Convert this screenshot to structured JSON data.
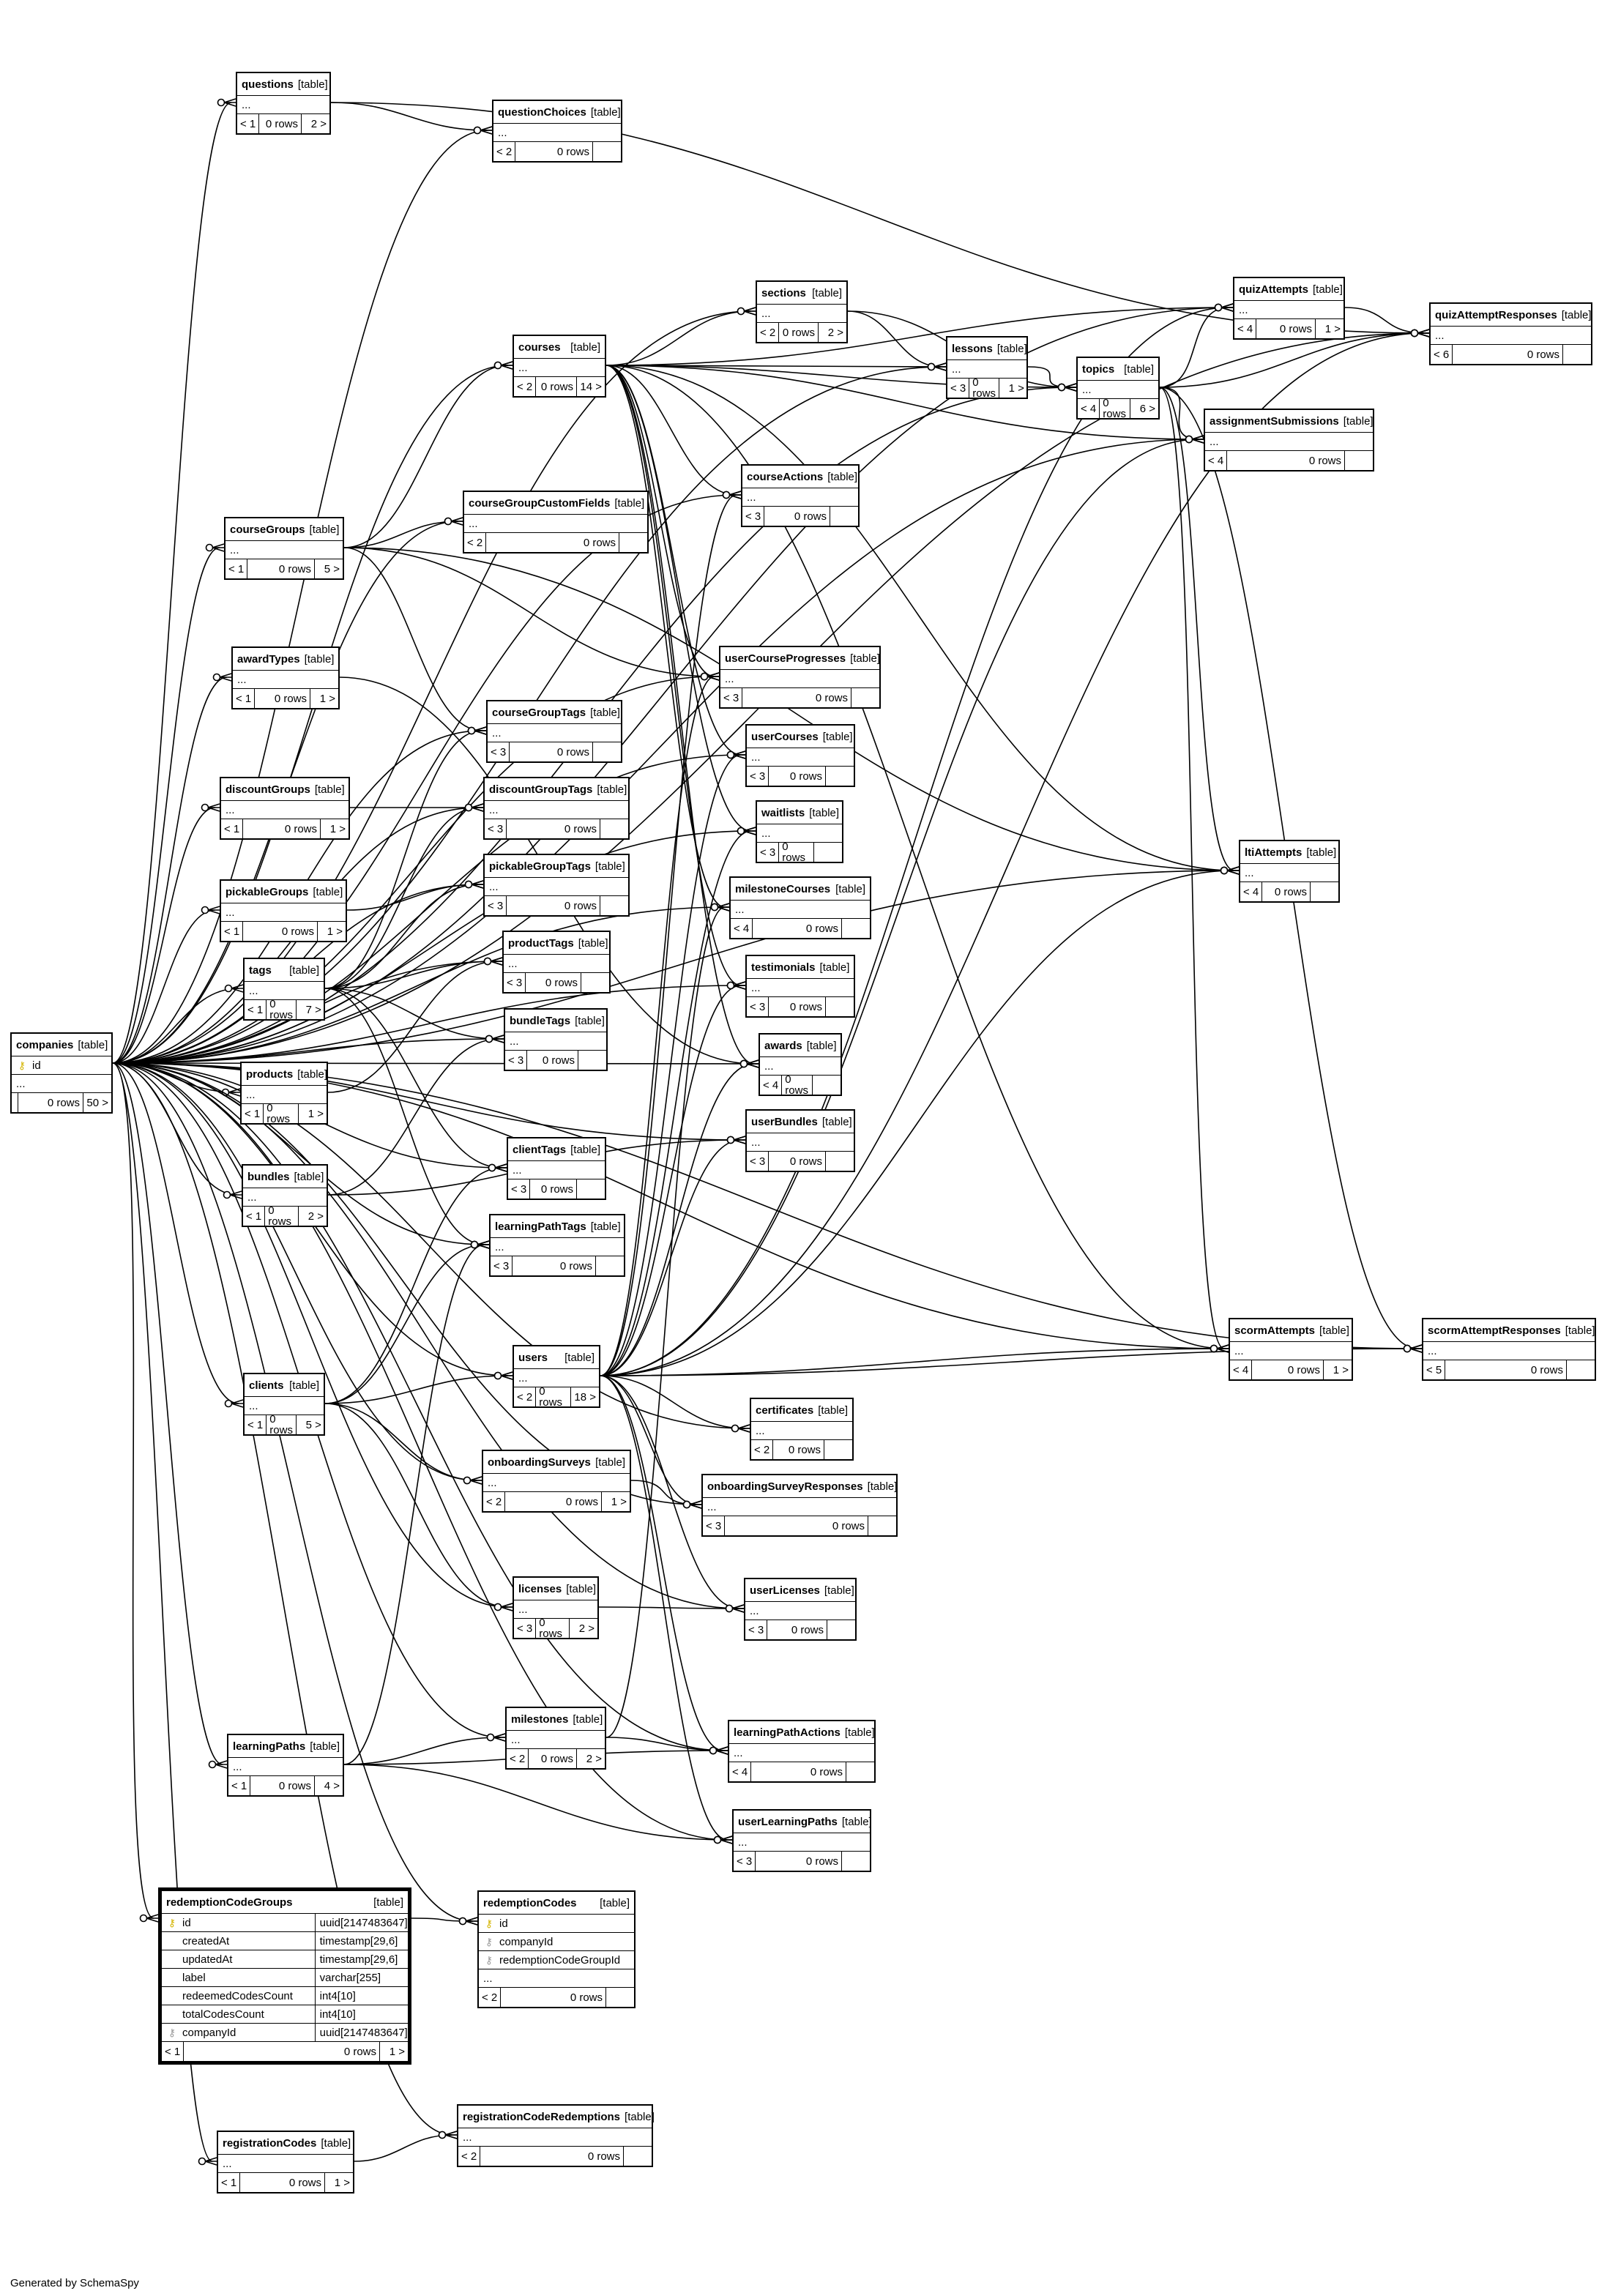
{
  "footer": "Generated by SchemaSpy",
  "table_label": "[table]",
  "ellipsis": "...",
  "tables": [
    {
      "id": "companies",
      "name": "companies",
      "columns": [
        "id"
      ],
      "pk": [
        "id"
      ],
      "parents": "",
      "rows": "0 rows",
      "children": "50 >"
    },
    {
      "id": "questions",
      "name": "questions",
      "columns": [],
      "parents": "< 1",
      "rows": "0 rows",
      "children": "2 >"
    },
    {
      "id": "questionChoices",
      "name": "questionChoices",
      "columns": [],
      "parents": "< 2",
      "rows": "0 rows",
      "children": ""
    },
    {
      "id": "sections",
      "name": "sections",
      "columns": [],
      "parents": "< 2",
      "rows": "0 rows",
      "children": "2 >"
    },
    {
      "id": "quizAttempts",
      "name": "quizAttempts",
      "columns": [],
      "parents": "< 4",
      "rows": "0 rows",
      "children": "1 >"
    },
    {
      "id": "quizAttemptResponses",
      "name": "quizAttemptResponses",
      "columns": [],
      "parents": "< 6",
      "rows": "0 rows",
      "children": ""
    },
    {
      "id": "courses",
      "name": "courses",
      "columns": [],
      "parents": "< 2",
      "rows": "0 rows",
      "children": "14 >"
    },
    {
      "id": "lessons",
      "name": "lessons",
      "columns": [],
      "parents": "< 3",
      "rows": "0 rows",
      "children": "1 >"
    },
    {
      "id": "topics",
      "name": "topics",
      "columns": [],
      "parents": "< 4",
      "rows": "0 rows",
      "children": "6 >"
    },
    {
      "id": "assignmentSubmissions",
      "name": "assignmentSubmissions",
      "columns": [],
      "parents": "< 4",
      "rows": "0 rows",
      "children": ""
    },
    {
      "id": "courseGroupCustomFields",
      "name": "courseGroupCustomFields",
      "columns": [],
      "parents": "< 2",
      "rows": "0 rows",
      "children": ""
    },
    {
      "id": "courseActions",
      "name": "courseActions",
      "columns": [],
      "parents": "< 3",
      "rows": "0 rows",
      "children": ""
    },
    {
      "id": "courseGroups",
      "name": "courseGroups",
      "columns": [],
      "parents": "< 1",
      "rows": "0 rows",
      "children": "5 >"
    },
    {
      "id": "awardTypes",
      "name": "awardTypes",
      "columns": [],
      "parents": "< 1",
      "rows": "0 rows",
      "children": "1 >"
    },
    {
      "id": "userCourseProgresses",
      "name": "userCourseProgresses",
      "columns": [],
      "parents": "< 3",
      "rows": "0 rows",
      "children": ""
    },
    {
      "id": "courseGroupTags",
      "name": "courseGroupTags",
      "columns": [],
      "parents": "< 3",
      "rows": "0 rows",
      "children": ""
    },
    {
      "id": "userCourses",
      "name": "userCourses",
      "columns": [],
      "parents": "< 3",
      "rows": "0 rows",
      "children": ""
    },
    {
      "id": "discountGroups",
      "name": "discountGroups",
      "columns": [],
      "parents": "< 1",
      "rows": "0 rows",
      "children": "1 >"
    },
    {
      "id": "discountGroupTags",
      "name": "discountGroupTags",
      "columns": [],
      "parents": "< 3",
      "rows": "0 rows",
      "children": ""
    },
    {
      "id": "waitlists",
      "name": "waitlists",
      "columns": [],
      "parents": "< 3",
      "rows": "0 rows",
      "children": ""
    },
    {
      "id": "pickableGroupTags",
      "name": "pickableGroupTags",
      "columns": [],
      "parents": "< 3",
      "rows": "0 rows",
      "children": ""
    },
    {
      "id": "ltiAttempts",
      "name": "ltiAttempts",
      "columns": [],
      "parents": "< 4",
      "rows": "0 rows",
      "children": ""
    },
    {
      "id": "pickableGroups",
      "name": "pickableGroups",
      "columns": [],
      "parents": "< 1",
      "rows": "0 rows",
      "children": "1 >"
    },
    {
      "id": "milestoneCourses",
      "name": "milestoneCourses",
      "columns": [],
      "parents": "< 4",
      "rows": "0 rows",
      "children": ""
    },
    {
      "id": "productTags",
      "name": "productTags",
      "columns": [],
      "parents": "< 3",
      "rows": "0 rows",
      "children": ""
    },
    {
      "id": "tags",
      "name": "tags",
      "columns": [],
      "parents": "< 1",
      "rows": "0 rows",
      "children": "7 >"
    },
    {
      "id": "testimonials",
      "name": "testimonials",
      "columns": [],
      "parents": "< 3",
      "rows": "0 rows",
      "children": ""
    },
    {
      "id": "bundleTags",
      "name": "bundleTags",
      "columns": [],
      "parents": "< 3",
      "rows": "0 rows",
      "children": ""
    },
    {
      "id": "awards",
      "name": "awards",
      "columns": [],
      "parents": "< 4",
      "rows": "0 rows",
      "children": ""
    },
    {
      "id": "products",
      "name": "products",
      "columns": [],
      "parents": "< 1",
      "rows": "0 rows",
      "children": "1 >"
    },
    {
      "id": "userBundles",
      "name": "userBundles",
      "columns": [],
      "parents": "< 3",
      "rows": "0 rows",
      "children": ""
    },
    {
      "id": "clientTags",
      "name": "clientTags",
      "columns": [],
      "parents": "< 3",
      "rows": "0 rows",
      "children": ""
    },
    {
      "id": "bundles",
      "name": "bundles",
      "columns": [],
      "parents": "< 1",
      "rows": "0 rows",
      "children": "2 >"
    },
    {
      "id": "learningPathTags",
      "name": "learningPathTags",
      "columns": [],
      "parents": "< 3",
      "rows": "0 rows",
      "children": ""
    },
    {
      "id": "scormAttempts",
      "name": "scormAttempts",
      "columns": [],
      "parents": "< 4",
      "rows": "0 rows",
      "children": "1 >"
    },
    {
      "id": "scormAttemptResponses",
      "name": "scormAttemptResponses",
      "columns": [],
      "parents": "< 5",
      "rows": "0 rows",
      "children": ""
    },
    {
      "id": "users",
      "name": "users",
      "columns": [],
      "parents": "< 2",
      "rows": "0 rows",
      "children": "18 >"
    },
    {
      "id": "clients",
      "name": "clients",
      "columns": [],
      "parents": "< 1",
      "rows": "0 rows",
      "children": "5 >"
    },
    {
      "id": "certificates",
      "name": "certificates",
      "columns": [],
      "parents": "< 2",
      "rows": "0 rows",
      "children": ""
    },
    {
      "id": "onboardingSurveys",
      "name": "onboardingSurveys",
      "columns": [],
      "parents": "< 2",
      "rows": "0 rows",
      "children": "1 >"
    },
    {
      "id": "onboardingSurveyResponses",
      "name": "onboardingSurveyResponses",
      "columns": [],
      "parents": "< 3",
      "rows": "0 rows",
      "children": ""
    },
    {
      "id": "licenses",
      "name": "licenses",
      "columns": [],
      "parents": "< 3",
      "rows": "0 rows",
      "children": "2 >"
    },
    {
      "id": "userLicenses",
      "name": "userLicenses",
      "columns": [],
      "parents": "< 3",
      "rows": "0 rows",
      "children": ""
    },
    {
      "id": "milestones",
      "name": "milestones",
      "columns": [],
      "parents": "< 2",
      "rows": "0 rows",
      "children": "2 >"
    },
    {
      "id": "learningPaths",
      "name": "learningPaths",
      "columns": [],
      "parents": "< 1",
      "rows": "0 rows",
      "children": "4 >"
    },
    {
      "id": "learningPathActions",
      "name": "learningPathActions",
      "columns": [],
      "parents": "< 4",
      "rows": "0 rows",
      "children": ""
    },
    {
      "id": "userLearningPaths",
      "name": "userLearningPaths",
      "columns": [],
      "parents": "< 3",
      "rows": "0 rows",
      "children": ""
    },
    {
      "id": "redemptionCodes",
      "name": "redemptionCodes",
      "columns": [
        "id",
        "companyId",
        "redemptionCodeGroupId"
      ],
      "pk": [
        "id"
      ],
      "fk": [
        "companyId",
        "redemptionCodeGroupId"
      ],
      "parents": "< 2",
      "rows": "0 rows",
      "children": ""
    },
    {
      "id": "registrationCodes",
      "name": "registrationCodes",
      "columns": [],
      "parents": "< 1",
      "rows": "0 rows",
      "children": "1 >"
    },
    {
      "id": "registrationCodeRedemptions",
      "name": "registrationCodeRedemptions",
      "columns": [],
      "parents": "< 2",
      "rows": "0 rows",
      "children": ""
    }
  ],
  "focus_table": {
    "id": "redemptionCodeGroups",
    "name": "redemptionCodeGroups",
    "columns": [
      {
        "name": "id",
        "type": "uuid[2147483647]",
        "key": "pk"
      },
      {
        "name": "createdAt",
        "type": "timestamp[29,6]",
        "key": ""
      },
      {
        "name": "updatedAt",
        "type": "timestamp[29,6]",
        "key": ""
      },
      {
        "name": "label",
        "type": "varchar[255]",
        "key": ""
      },
      {
        "name": "redeemedCodesCount",
        "type": "int4[10]",
        "key": ""
      },
      {
        "name": "totalCodesCount",
        "type": "int4[10]",
        "key": ""
      },
      {
        "name": "companyId",
        "type": "uuid[2147483647]",
        "key": "fk"
      }
    ],
    "parents": "< 1",
    "rows": "0 rows",
    "children": "1 >"
  },
  "relationships": [
    [
      "companies",
      "questions"
    ],
    [
      "companies",
      "questionChoices"
    ],
    [
      "companies",
      "sections"
    ],
    [
      "companies",
      "quizAttempts"
    ],
    [
      "companies",
      "quizAttemptResponses"
    ],
    [
      "companies",
      "courses"
    ],
    [
      "companies",
      "lessons"
    ],
    [
      "companies",
      "topics"
    ],
    [
      "companies",
      "assignmentSubmissions"
    ],
    [
      "companies",
      "courseGroupCustomFields"
    ],
    [
      "companies",
      "courseActions"
    ],
    [
      "companies",
      "courseGroups"
    ],
    [
      "companies",
      "awardTypes"
    ],
    [
      "companies",
      "userCourseProgresses"
    ],
    [
      "companies",
      "courseGroupTags"
    ],
    [
      "companies",
      "userCourses"
    ],
    [
      "companies",
      "discountGroups"
    ],
    [
      "companies",
      "discountGroupTags"
    ],
    [
      "companies",
      "waitlists"
    ],
    [
      "companies",
      "pickableGroupTags"
    ],
    [
      "companies",
      "ltiAttempts"
    ],
    [
      "companies",
      "pickableGroups"
    ],
    [
      "companies",
      "milestoneCourses"
    ],
    [
      "companies",
      "productTags"
    ],
    [
      "companies",
      "tags"
    ],
    [
      "companies",
      "testimonials"
    ],
    [
      "companies",
      "bundleTags"
    ],
    [
      "companies",
      "awards"
    ],
    [
      "companies",
      "products"
    ],
    [
      "companies",
      "userBundles"
    ],
    [
      "companies",
      "clientTags"
    ],
    [
      "companies",
      "bundles"
    ],
    [
      "companies",
      "learningPathTags"
    ],
    [
      "companies",
      "scormAttempts"
    ],
    [
      "companies",
      "scormAttemptResponses"
    ],
    [
      "companies",
      "users"
    ],
    [
      "companies",
      "clients"
    ],
    [
      "companies",
      "certificates"
    ],
    [
      "companies",
      "onboardingSurveys"
    ],
    [
      "companies",
      "onboardingSurveyResponses"
    ],
    [
      "companies",
      "licenses"
    ],
    [
      "companies",
      "userLicenses"
    ],
    [
      "companies",
      "milestones"
    ],
    [
      "companies",
      "learningPaths"
    ],
    [
      "companies",
      "learningPathActions"
    ],
    [
      "companies",
      "userLearningPaths"
    ],
    [
      "companies",
      "redemptionCodes"
    ],
    [
      "companies",
      "redemptionCodeGroups"
    ],
    [
      "companies",
      "registrationCodes"
    ],
    [
      "companies",
      "registrationCodeRedemptions"
    ],
    [
      "questions",
      "questionChoices"
    ],
    [
      "questions",
      "quizAttemptResponses"
    ],
    [
      "courses",
      "sections"
    ],
    [
      "courses",
      "lessons"
    ],
    [
      "courses",
      "topics"
    ],
    [
      "courses",
      "quizAttempts"
    ],
    [
      "courses",
      "assignmentSubmissions"
    ],
    [
      "courses",
      "courseActions"
    ],
    [
      "courses",
      "userCourseProgresses"
    ],
    [
      "courses",
      "userCourses"
    ],
    [
      "courses",
      "waitlists"
    ],
    [
      "courses",
      "milestoneCourses"
    ],
    [
      "courses",
      "testimonials"
    ],
    [
      "courses",
      "awards"
    ],
    [
      "courses",
      "ltiAttempts"
    ],
    [
      "courses",
      "scormAttempts"
    ],
    [
      "sections",
      "lessons"
    ],
    [
      "sections",
      "topics"
    ],
    [
      "lessons",
      "topics"
    ],
    [
      "topics",
      "quizAttempts"
    ],
    [
      "topics",
      "quizAttemptResponses"
    ],
    [
      "topics",
      "assignmentSubmissions"
    ],
    [
      "topics",
      "ltiAttempts"
    ],
    [
      "topics",
      "scormAttempts"
    ],
    [
      "topics",
      "scormAttemptResponses"
    ],
    [
      "quizAttempts",
      "quizAttemptResponses"
    ],
    [
      "scormAttempts",
      "scormAttemptResponses"
    ],
    [
      "courseGroups",
      "courseGroupCustomFields"
    ],
    [
      "courseGroups",
      "courses"
    ],
    [
      "courseGroups",
      "courseGroupTags"
    ],
    [
      "courseGroups",
      "userCourseProgresses"
    ],
    [
      "courseGroups",
      "ltiAttempts"
    ],
    [
      "awardTypes",
      "awards"
    ],
    [
      "discountGroups",
      "discountGroupTags"
    ],
    [
      "pickableGroups",
      "pickableGroupTags"
    ],
    [
      "tags",
      "courseGroupTags"
    ],
    [
      "tags",
      "discountGroupTags"
    ],
    [
      "tags",
      "pickableGroupTags"
    ],
    [
      "tags",
      "productTags"
    ],
    [
      "tags",
      "bundleTags"
    ],
    [
      "tags",
      "clientTags"
    ],
    [
      "tags",
      "learningPathTags"
    ],
    [
      "products",
      "productTags"
    ],
    [
      "bundles",
      "bundleTags"
    ],
    [
      "bundles",
      "userBundles"
    ],
    [
      "clients",
      "clientTags"
    ],
    [
      "clients",
      "users"
    ],
    [
      "clients",
      "onboardingSurveys"
    ],
    [
      "clients",
      "licenses"
    ],
    [
      "clients",
      "learningPathTags"
    ],
    [
      "users",
      "quizAttempts"
    ],
    [
      "users",
      "quizAttemptResponses"
    ],
    [
      "users",
      "assignmentSubmissions"
    ],
    [
      "users",
      "courseActions"
    ],
    [
      "users",
      "userCourseProgresses"
    ],
    [
      "users",
      "userCourses"
    ],
    [
      "users",
      "waitlists"
    ],
    [
      "users",
      "ltiAttempts"
    ],
    [
      "users",
      "awards"
    ],
    [
      "users",
      "userBundles"
    ],
    [
      "users",
      "scormAttempts"
    ],
    [
      "users",
      "scormAttemptResponses"
    ],
    [
      "users",
      "certificates"
    ],
    [
      "users",
      "onboardingSurveyResponses"
    ],
    [
      "users",
      "userLicenses"
    ],
    [
      "users",
      "learningPathActions"
    ],
    [
      "users",
      "userLearningPaths"
    ],
    [
      "users",
      "testimonials"
    ],
    [
      "onboardingSurveys",
      "onboardingSurveyResponses"
    ],
    [
      "licenses",
      "userLicenses"
    ],
    [
      "milestones",
      "milestoneCourses"
    ],
    [
      "milestones",
      "learningPathActions"
    ],
    [
      "learningPaths",
      "milestones"
    ],
    [
      "learningPaths",
      "learningPathActions"
    ],
    [
      "learningPaths",
      "userLearningPaths"
    ],
    [
      "learningPaths",
      "learningPathTags"
    ],
    [
      "redemptionCodeGroups",
      "redemptionCodes"
    ],
    [
      "registrationCodes",
      "registrationCodeRedemptions"
    ]
  ]
}
